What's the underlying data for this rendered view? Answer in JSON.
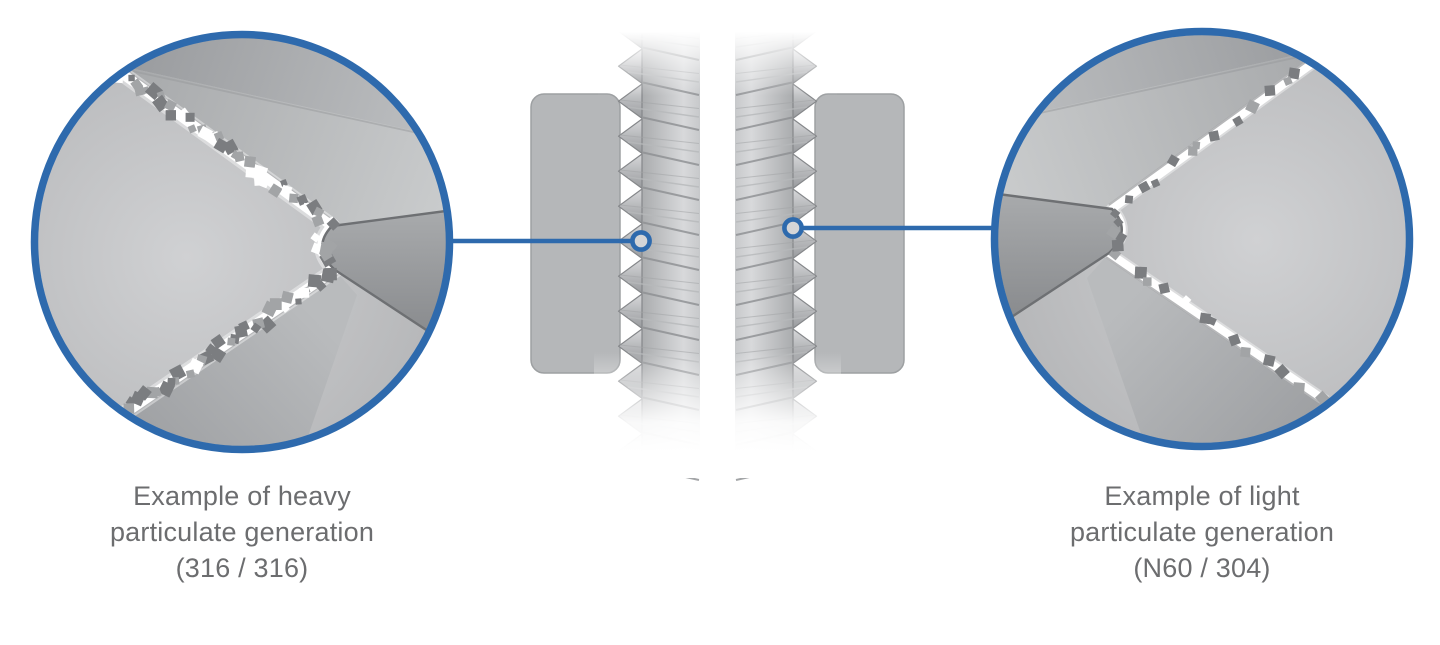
{
  "page": {
    "background": "#ffffff"
  },
  "colors": {
    "accent_blue": "#2e6aad",
    "caption_text": "#6c6d6f",
    "metal_base_light": "#d0d1d3",
    "metal_base_dark": "#b5b6b8",
    "band_top_dark": "#97999c",
    "band_top_light": "#c0c2c4",
    "band_mid_dark": "#a6a8aa",
    "band_mid_light": "#cbcdce",
    "band_bottom_light": "#b9bbbd",
    "band_bottom_dark": "#9a9c9f",
    "wedge_light": "#a9abad",
    "wedge_dark": "#838588",
    "wedge_outline": "#6e7073",
    "interface_edge": "#7f8184",
    "particle_dark": "#7b7d80",
    "particle_light": "#a2a4a6",
    "particle_white": "#ffffff",
    "gap_white": "#ffffff",
    "nut_fill": "#b5b7b9",
    "nut_outline": "#9da0a2",
    "shaft_dark": "#aaacae",
    "shaft_light": "#d8d9db",
    "shaft_edge": "#c7c9cb",
    "tooth_light": "#d7d8da",
    "tooth_dark": "#989a9d",
    "tooth_outline": "#85878a",
    "helix_dark": "#8d8f92",
    "helix_light": "#b7b9bb",
    "helix_faint": "#a3a5a7",
    "marker_fill": "#d4d5d7"
  },
  "magnifiers": {
    "left": {
      "caption": [
        "Example of heavy",
        "particulate generation",
        "(316 / 316)"
      ],
      "particle_level": "heavy"
    },
    "right": {
      "caption": [
        "Example of light",
        "particulate generation",
        "(N60 / 304)"
      ],
      "particle_level": "light"
    }
  }
}
